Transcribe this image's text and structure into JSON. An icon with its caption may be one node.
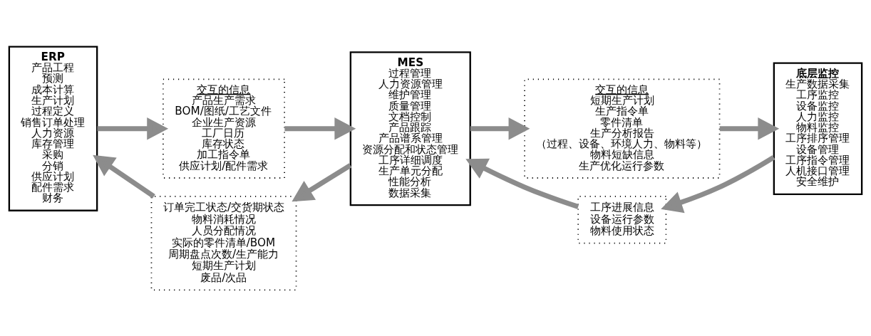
{
  "diagram": {
    "nodes": [
      {
        "text": [
          "ERP",
          "产品工程",
          "预测",
          "成本计算",
          "生产计划",
          "过程定义",
          "销售订单处理",
          "人力资源",
          "库存管理",
          "采购",
          "分销",
          "供应计划",
          "配件需求",
          "财务"
        ]
      },
      {
        "text": [
          "交互的信息",
          "产品生产需求",
          "BOM/图纸/工艺文件",
          "企业生产资源",
          "工厂日历",
          "库存状态",
          "加工指令单",
          "供应计划/配件需求"
        ]
      },
      {
        "text": [
          "订单完工状态/交货期状态",
          "物料消耗情况",
          "人员分配情况",
          "实际的零件清单/BOM",
          "周期盘点次数/生产能力",
          "短期生产计划",
          "废品/次品"
        ]
      },
      {
        "text": [
          "MES",
          "过程管理",
          "人力资源管理",
          "维护管理",
          "质量管理",
          "文档控制",
          "产品跟踪",
          "产品谱系管理",
          "资源分配和状态管理",
          "工序详细调度",
          "生产单元分配",
          "性能分析",
          "数据采集"
        ]
      },
      {
        "text": [
          "交互的信息",
          "短期生产计划",
          "生产指令单",
          "零件清单",
          "生产分析报告",
          "（过程、设备、环境人力、物料等）",
          "物料短缺信息",
          "生产优化运行参数"
        ]
      },
      {
        "text": [
          "工序进展信息",
          "设备运行参数",
          "物料使用状态"
        ]
      },
      {
        "text": [
          "底层监控",
          "生产数据采集",
          "工序监控",
          "设备监控",
          "人力监控",
          "物料监控",
          "工序排序管理",
          "设备管理",
          "工序指令管理",
          "人机接口管理",
          "安全维护"
        ]
      }
    ],
    "edges": [
      {
        "from": 0,
        "to": 1,
        "arrow": "to"
      },
      {
        "from": 1,
        "to": 3,
        "arrow": "to"
      },
      {
        "from": 3,
        "to": 2,
        "arrow": "to"
      },
      {
        "from": 2,
        "to": 0,
        "arrow": "to"
      },
      {
        "from": 3,
        "to": 4,
        "arrow": "to"
      },
      {
        "from": 4,
        "to": 6,
        "arrow": "to"
      },
      {
        "from": 6,
        "to": 5,
        "arrow": "to"
      },
      {
        "from": 5,
        "to": 3,
        "arrow": "to"
      }
    ]
  }
}
